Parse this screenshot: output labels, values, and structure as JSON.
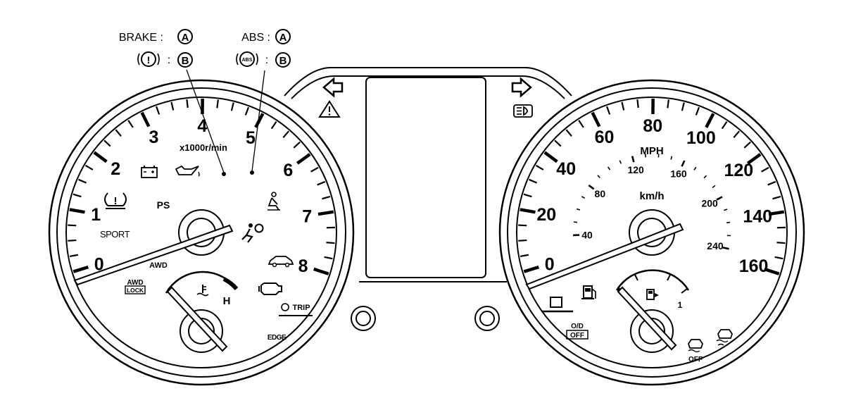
{
  "callouts": {
    "left_brake": "BRAKE :",
    "left_brake_letter": "A",
    "left_warning_sep": ":",
    "left_warning_letter": "B",
    "left_warning_glyph": "!",
    "right_abs": "ABS :",
    "right_abs_letter": "A",
    "right_warning_sep": ":",
    "right_warning_letter": "B",
    "right_warning_glyph": "ABS"
  },
  "tachometer": {
    "numbers": [
      "0",
      "1",
      "2",
      "3",
      "4",
      "5",
      "6",
      "7",
      "8"
    ],
    "unit": "x1000r/min",
    "sport_label": "SPORT",
    "ps_label": "PS",
    "awd_label": "AWD",
    "awd_lock_top": "AWD",
    "awd_lock_bottom": "LOCK",
    "temp_h": "H",
    "trip_label": "TRIP",
    "edge_label": "EDGE",
    "tpms_glyph": "!"
  },
  "speedometer": {
    "mph_numbers": [
      "0",
      "20",
      "40",
      "60",
      "80",
      "100",
      "120",
      "140",
      "160"
    ],
    "mph_unit": "MPH",
    "kmh_numbers": [
      "40",
      "80",
      "120",
      "160",
      "200",
      "240"
    ],
    "kmh_unit": "km/h",
    "od_top": "O/D",
    "od_bottom": "OFF",
    "vdc_off": "OFF",
    "fuel_full": "1"
  }
}
